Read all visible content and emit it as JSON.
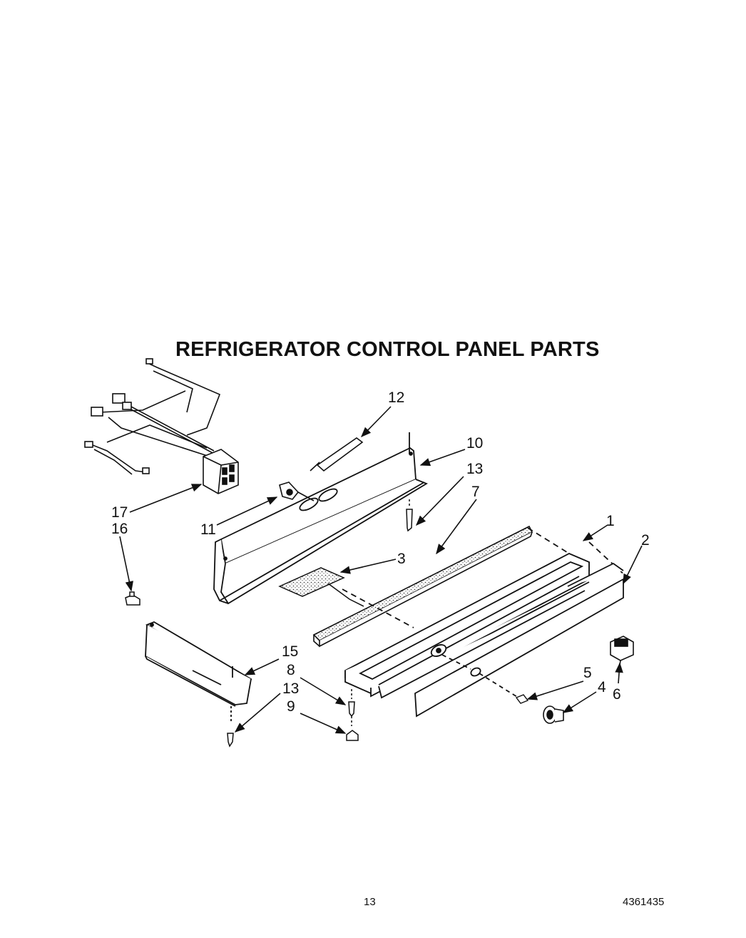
{
  "title": "REFRIGERATOR CONTROL PANEL PARTS",
  "page_number": "13",
  "document_number": "4361435",
  "callouts": {
    "c1": "1",
    "c2": "2",
    "c3": "3",
    "c4": "4",
    "c5": "5",
    "c6": "6",
    "c7": "7",
    "c8": "8",
    "c9": "9",
    "c10": "10",
    "c11": "11",
    "c12": "12",
    "c13a": "13",
    "c13b": "13",
    "c15": "15",
    "c16": "16",
    "c17": "17"
  }
}
